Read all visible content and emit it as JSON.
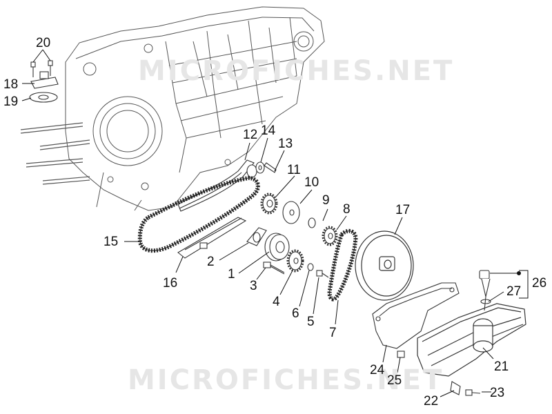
{
  "watermark": "MICROFICHES.NET",
  "callouts": [
    "1",
    "2",
    "3",
    "4",
    "5",
    "6",
    "7",
    "8",
    "9",
    "10",
    "11",
    "12",
    "13",
    "14",
    "15",
    "16",
    "17",
    "18",
    "19",
    "20",
    "21",
    "22",
    "23",
    "24",
    "25",
    "26",
    "27"
  ],
  "colors": {
    "line": "#333333",
    "label": "#111111",
    "watermark": "#e6e6e6"
  }
}
